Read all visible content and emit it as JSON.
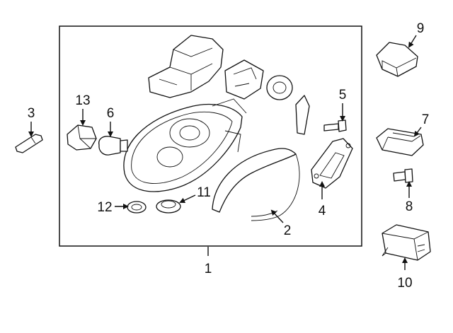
{
  "callouts": {
    "c1": "1",
    "c2": "2",
    "c3": "3",
    "c4": "4",
    "c5": "5",
    "c6": "6",
    "c7": "7",
    "c8": "8",
    "c9": "9",
    "c10": "10",
    "c11": "11",
    "c12": "12",
    "c13": "13"
  },
  "colors": {
    "ink": "#111111",
    "background": "#ffffff"
  }
}
